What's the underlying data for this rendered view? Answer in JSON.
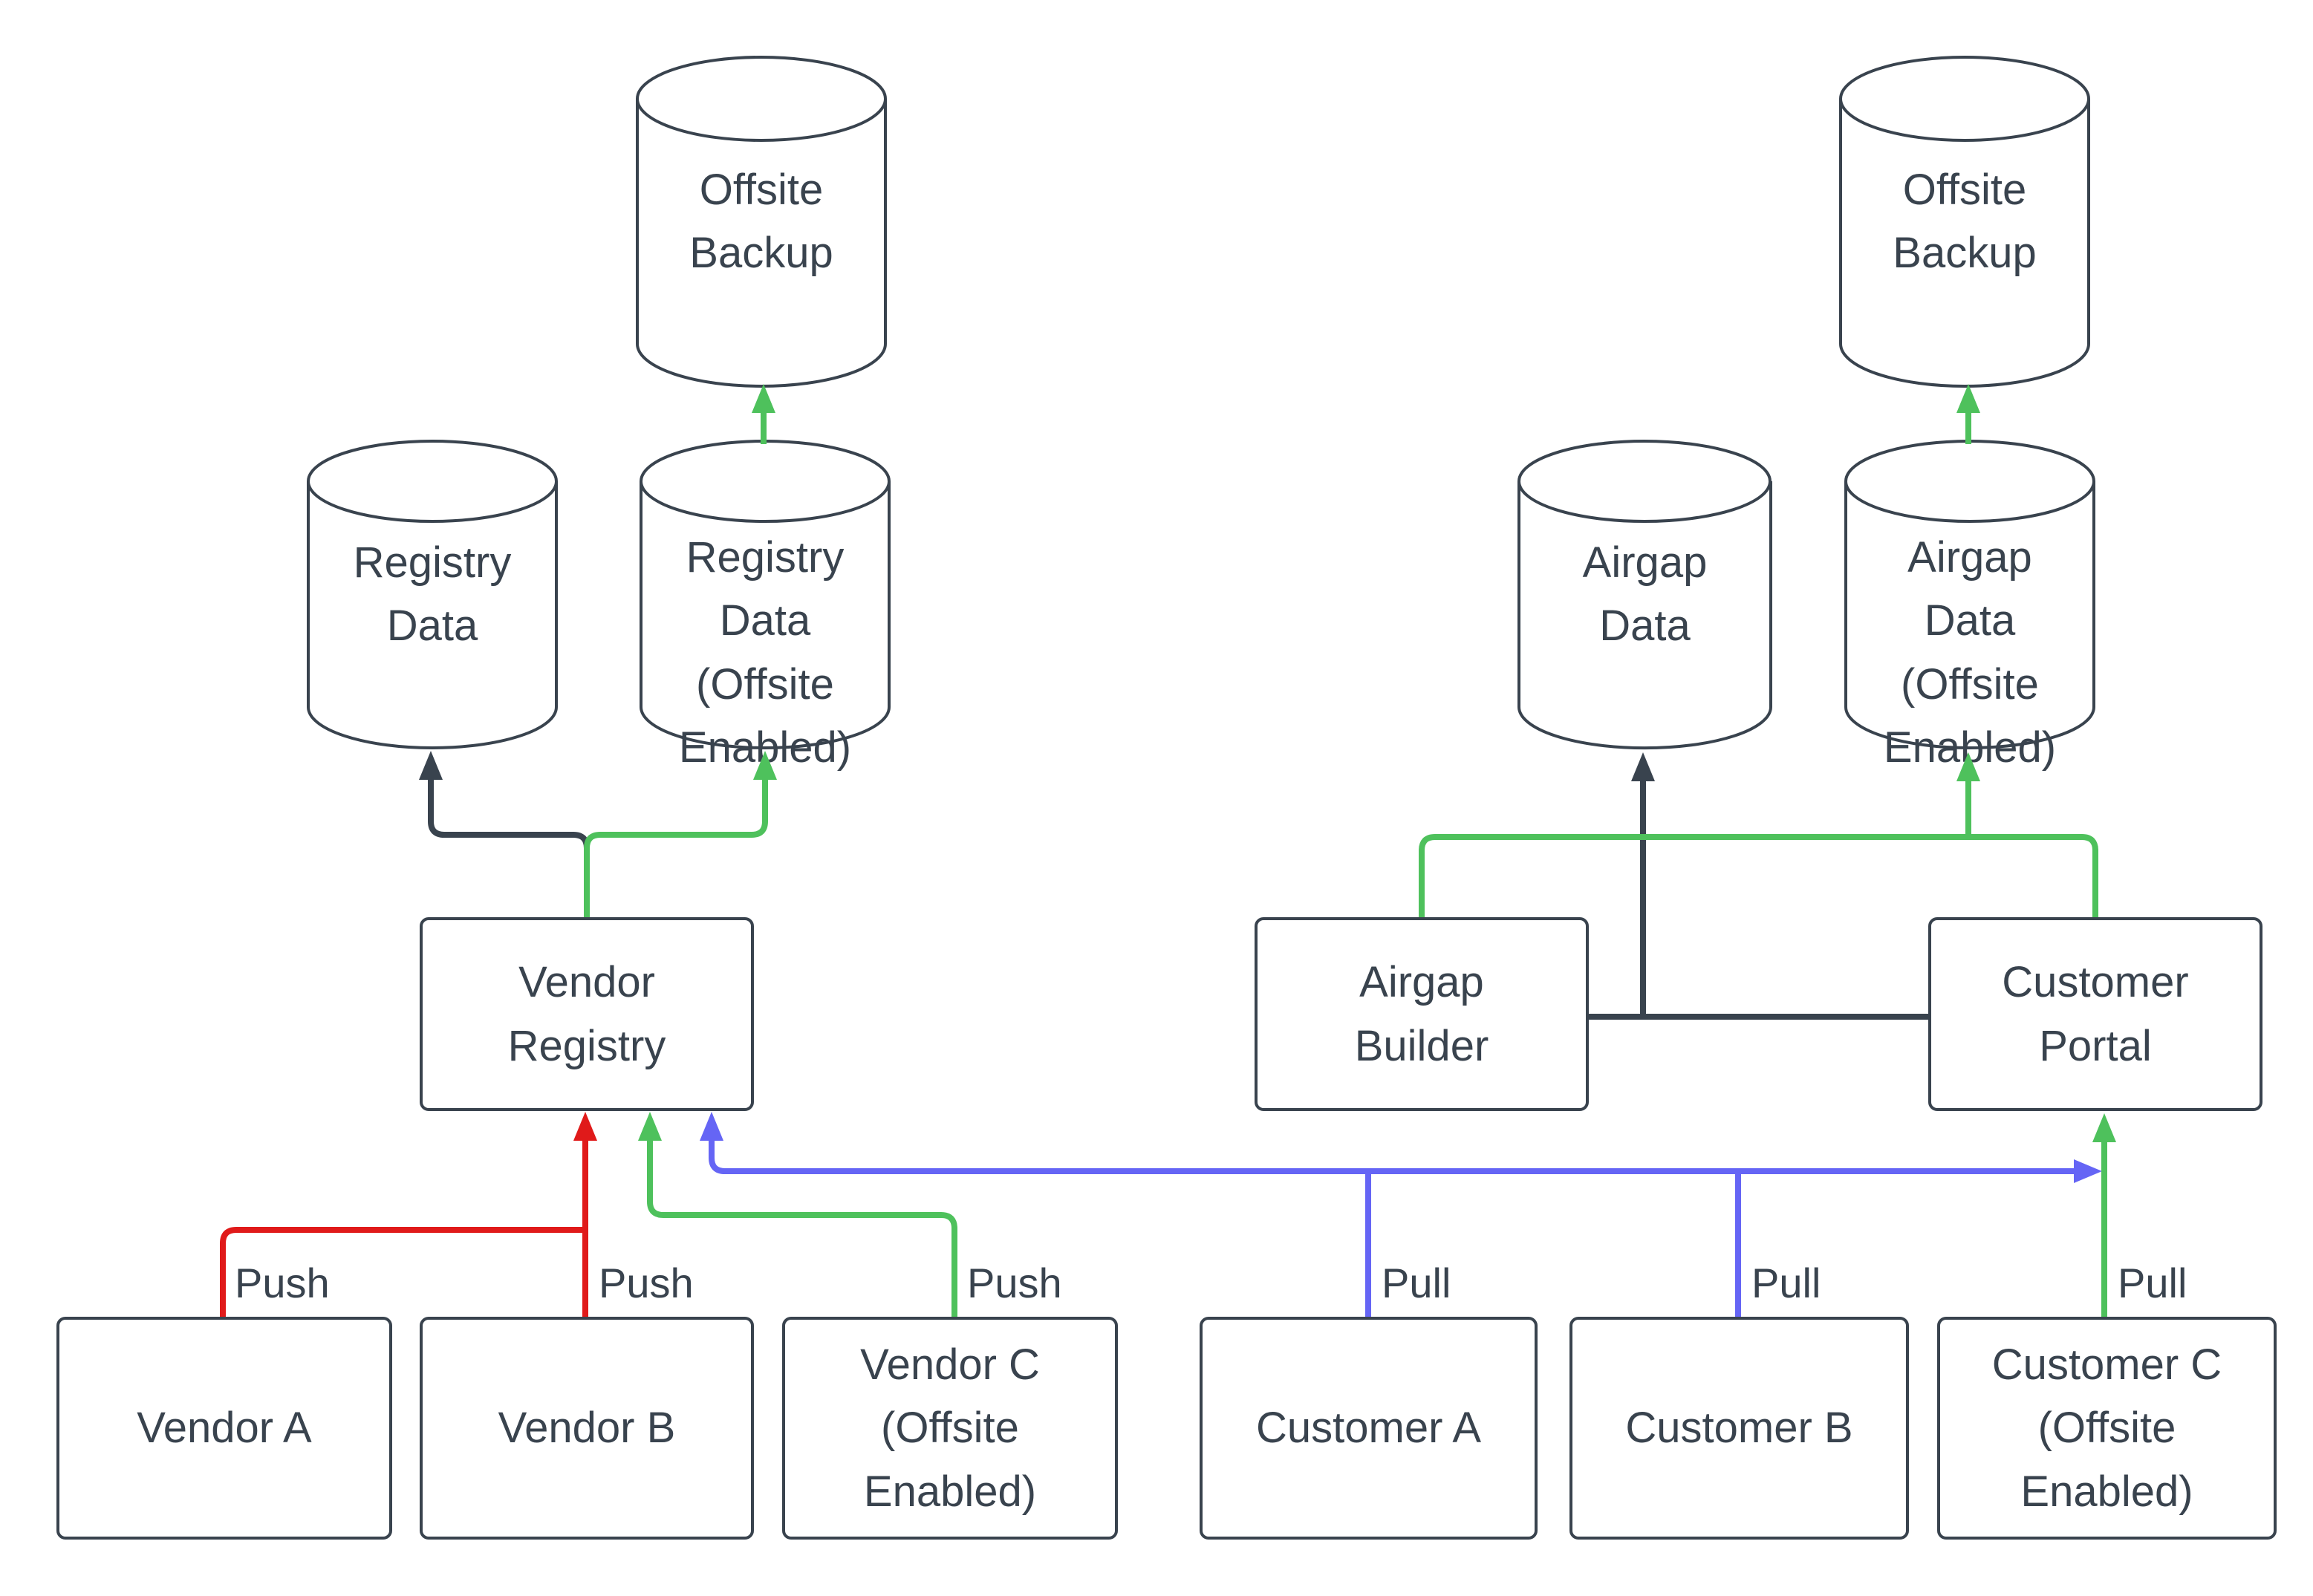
{
  "diagram": {
    "colors": {
      "outline": "#39434E",
      "text": "#39434E",
      "dark": "#39434E",
      "green": "#4EC15C",
      "red": "#E01A1A",
      "blue": "#6565F5",
      "background": "#FFFFFF"
    },
    "nodes": {
      "offsite_backup_left": {
        "label": "Offsite\nBackup",
        "shape": "cylinder"
      },
      "registry_data": {
        "label": "Registry\nData",
        "shape": "cylinder"
      },
      "registry_data_offsite": {
        "label": "Registry\nData\n(Offsite\nEnabled)",
        "shape": "cylinder"
      },
      "vendor_registry": {
        "label": "Vendor\nRegistry",
        "shape": "box"
      },
      "vendor_a": {
        "label": "Vendor A",
        "shape": "box"
      },
      "vendor_b": {
        "label": "Vendor B",
        "shape": "box"
      },
      "vendor_c_offsite": {
        "label": "Vendor C\n(Offsite\nEnabled)",
        "shape": "box"
      },
      "offsite_backup_right": {
        "label": "Offsite\nBackup",
        "shape": "cylinder"
      },
      "airgap_data": {
        "label": "Airgap\nData",
        "shape": "cylinder"
      },
      "airgap_data_offsite": {
        "label": "Airgap\nData\n(Offsite\nEnabled)",
        "shape": "cylinder"
      },
      "airgap_builder": {
        "label": "Airgap\nBuilder",
        "shape": "box"
      },
      "customer_portal": {
        "label": "Customer\nPortal",
        "shape": "box"
      },
      "customer_a": {
        "label": "Customer A",
        "shape": "box"
      },
      "customer_b": {
        "label": "Customer B",
        "shape": "box"
      },
      "customer_c_offsite": {
        "label": "Customer C\n(Offsite\nEnabled)",
        "shape": "box"
      }
    },
    "flow_labels": {
      "push_vendor_a": "Push",
      "push_vendor_b": "Push",
      "push_vendor_c": "Push",
      "pull_customer_a": "Pull",
      "pull_customer_b": "Pull",
      "pull_customer_c": "Pull"
    },
    "edges": [
      {
        "from": "vendor_a",
        "to": "vendor_registry",
        "label": "Push",
        "color": "red"
      },
      {
        "from": "vendor_b",
        "to": "vendor_registry",
        "label": "Push",
        "color": "red"
      },
      {
        "from": "vendor_c_offsite",
        "to": "vendor_registry",
        "label": "Push",
        "color": "green"
      },
      {
        "from": "vendor_registry",
        "to": "registry_data",
        "color": "dark"
      },
      {
        "from": "vendor_registry",
        "to": "registry_data_offsite",
        "color": "green"
      },
      {
        "from": "registry_data_offsite",
        "to": "offsite_backup_left",
        "color": "green"
      },
      {
        "from": "customer_a",
        "to": "vendor_registry",
        "label": "Pull",
        "color": "blue"
      },
      {
        "from": "customer_b",
        "to": "vendor_registry",
        "label": "Pull",
        "color": "blue"
      },
      {
        "from": "customer_c_offsite",
        "to": "customer_portal",
        "label": "Pull",
        "color": "green"
      },
      {
        "from": "airgap_builder",
        "to": "airgap_data",
        "color": "dark"
      },
      {
        "from": "customer_portal",
        "to": "airgap_data",
        "color": "dark"
      },
      {
        "from": "airgap_builder",
        "to": "airgap_data_offsite",
        "color": "green"
      },
      {
        "from": "customer_portal",
        "to": "airgap_data_offsite",
        "color": "green"
      },
      {
        "from": "airgap_data_offsite",
        "to": "offsite_backup_right",
        "color": "green"
      }
    ]
  }
}
